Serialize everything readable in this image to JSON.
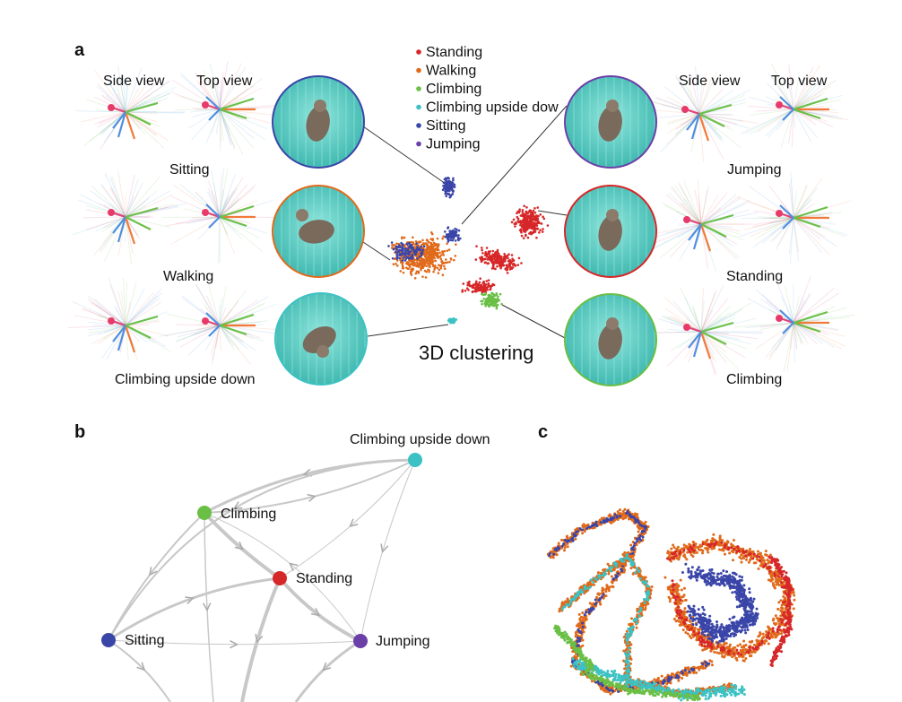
{
  "panels": {
    "a": "a",
    "b": "b",
    "c": "c"
  },
  "legend": [
    {
      "label": "Standing",
      "color": "#d62728"
    },
    {
      "label": "Walking",
      "color": "#e06a1b"
    },
    {
      "label": "Climbing",
      "color": "#6abf45"
    },
    {
      "label": "Climbing upside dow",
      "color": "#3cc2c4"
    },
    {
      "label": "Sitting",
      "color": "#3a45a8"
    },
    {
      "label": "Jumping",
      "color": "#6b3fa8"
    }
  ],
  "views": {
    "side": "Side view",
    "top": "Top view"
  },
  "behaviors_left": [
    "Sitting",
    "Walking",
    "Climbing upside down"
  ],
  "behaviors_right": [
    "Jumping",
    "Standing",
    "Climbing"
  ],
  "clustering_title": "3D clustering",
  "graph_nodes": [
    {
      "id": "upside",
      "label": "Climbing upside down",
      "color": "#3cc2c4"
    },
    {
      "id": "climbing",
      "label": "Climbing",
      "color": "#6abf45"
    },
    {
      "id": "standing",
      "label": "Standing",
      "color": "#d62728"
    },
    {
      "id": "sitting",
      "label": "Sitting",
      "color": "#3a45a8"
    },
    {
      "id": "jumping",
      "label": "Jumping",
      "color": "#6b3fa8"
    }
  ],
  "photo_colors": {
    "bg": "#5fd0c7",
    "dark": "#2f8f88"
  }
}
